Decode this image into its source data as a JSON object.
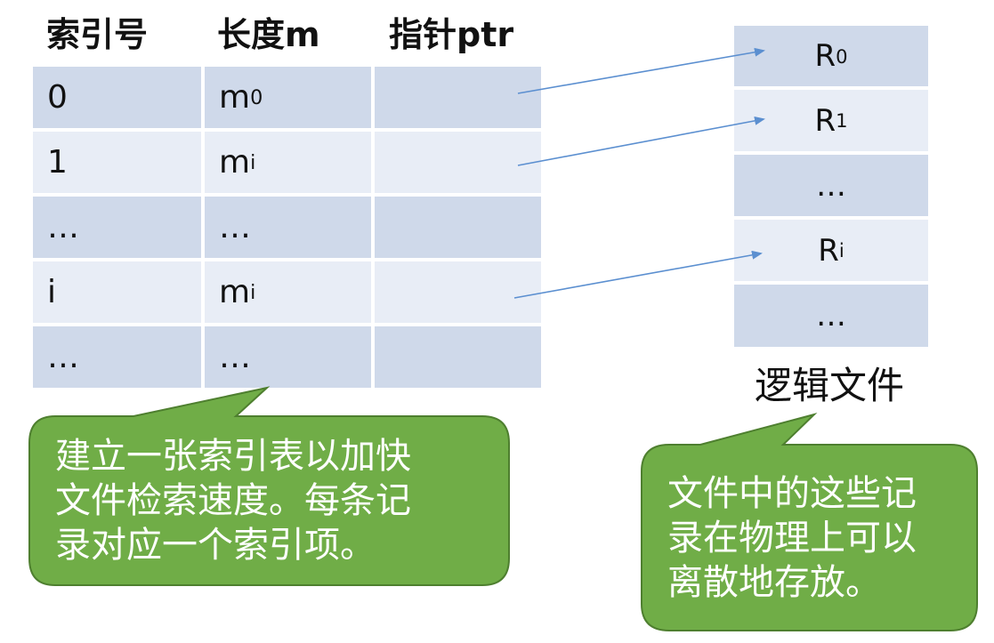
{
  "headers": {
    "index": "索引号",
    "length": "长度m",
    "pointer": "指针ptr"
  },
  "index_table": {
    "rows": [
      {
        "index": "0",
        "length_base": "m",
        "length_sub": "0"
      },
      {
        "index": "1",
        "length_base": "m",
        "length_sub": "i"
      },
      {
        "index": "…",
        "length_base": "…",
        "length_sub": ""
      },
      {
        "index": "i",
        "length_base": "m",
        "length_sub": "i"
      },
      {
        "index": "…",
        "length_base": "…",
        "length_sub": ""
      }
    ]
  },
  "logical_file": {
    "title": "逻辑文件",
    "records": [
      {
        "base": "R",
        "sub": "0"
      },
      {
        "base": "R",
        "sub": "1"
      },
      {
        "base": "…",
        "sub": ""
      },
      {
        "base": "R",
        "sub": "i"
      },
      {
        "base": "…",
        "sub": ""
      }
    ]
  },
  "callouts": {
    "left": [
      "建立一张索引表以加快",
      "文件检索速度。每条记",
      "录对应一个索引项。"
    ],
    "right": [
      "文件中的这些记",
      "录在物理上可以",
      "离散地存放。"
    ]
  },
  "colors": {
    "row_dark": "#cfd9ea",
    "row_light": "#e8edf6",
    "callout_fill": "#70ad47",
    "callout_border": "#4e7f2f",
    "arrow": "#5b8fd0"
  }
}
